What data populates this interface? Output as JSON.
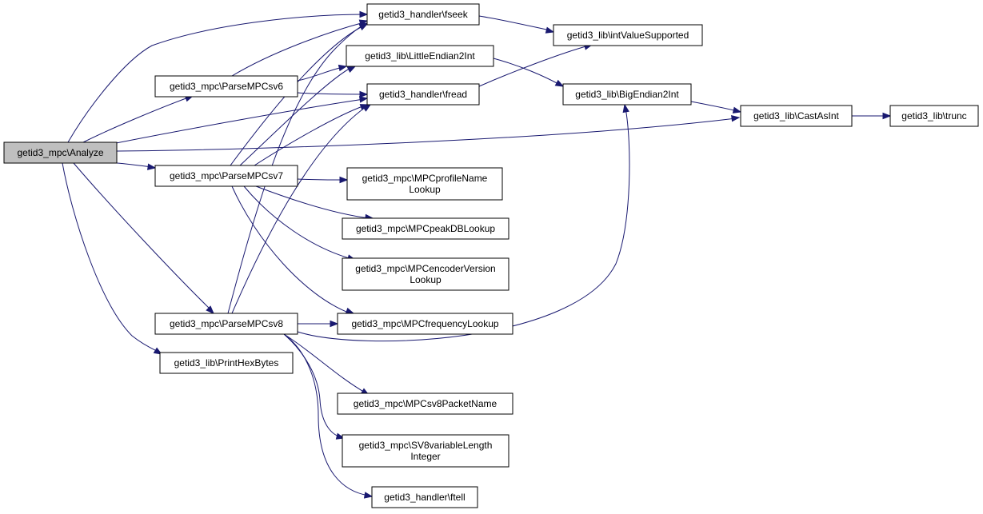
{
  "colors": {
    "edge": "#191970",
    "root_fill": "#bfbfbf",
    "node_fill": "#ffffff",
    "node_border": "#000000"
  },
  "nodes": {
    "analyze": {
      "lines": [
        "getid3_mpc\\Analyze"
      ],
      "root": true
    },
    "fseek": {
      "lines": [
        "getid3_handler\\fseek"
      ]
    },
    "intvaluesupported": {
      "lines": [
        "getid3_lib\\intValueSupported"
      ]
    },
    "littleendian2int": {
      "lines": [
        "getid3_lib\\LittleEndian2Int"
      ]
    },
    "parsempcsv6": {
      "lines": [
        "getid3_mpc\\ParseMPCsv6"
      ]
    },
    "fread": {
      "lines": [
        "getid3_handler\\fread"
      ]
    },
    "bigendian2int": {
      "lines": [
        "getid3_lib\\BigEndian2Int"
      ]
    },
    "castasint": {
      "lines": [
        "getid3_lib\\CastAsInt"
      ]
    },
    "trunc": {
      "lines": [
        "getid3_lib\\trunc"
      ]
    },
    "parsempcsv7": {
      "lines": [
        "getid3_mpc\\ParseMPCsv7"
      ]
    },
    "mpcprofilenamelookup": {
      "lines": [
        "getid3_mpc\\MPCprofileName",
        "Lookup"
      ]
    },
    "mpcpeakdblookup": {
      "lines": [
        "getid3_mpc\\MPCpeakDBLookup"
      ]
    },
    "mpcencoderversionlookup": {
      "lines": [
        "getid3_mpc\\MPCencoderVersion",
        "Lookup"
      ]
    },
    "parsempcsv8": {
      "lines": [
        "getid3_mpc\\ParseMPCsv8"
      ]
    },
    "mpcfrequencylookup": {
      "lines": [
        "getid3_mpc\\MPCfrequencyLookup"
      ]
    },
    "printhexbytes": {
      "lines": [
        "getid3_lib\\PrintHexBytes"
      ]
    },
    "mpcsv8packetname": {
      "lines": [
        "getid3_mpc\\MPCsv8PacketName"
      ]
    },
    "sv8variablelengthinteger": {
      "lines": [
        "getid3_mpc\\SV8variableLength",
        "Integer"
      ]
    },
    "ftell": {
      "lines": [
        "getid3_handler\\ftell"
      ]
    }
  },
  "edges": [
    {
      "from": "analyze",
      "to": "fseek"
    },
    {
      "from": "analyze",
      "to": "parsempcsv6"
    },
    {
      "from": "analyze",
      "to": "fread"
    },
    {
      "from": "analyze",
      "to": "castasint"
    },
    {
      "from": "analyze",
      "to": "parsempcsv7"
    },
    {
      "from": "analyze",
      "to": "parsempcsv8"
    },
    {
      "from": "analyze",
      "to": "printhexbytes"
    },
    {
      "from": "fseek",
      "to": "intvaluesupported"
    },
    {
      "from": "parsempcsv6",
      "to": "fseek"
    },
    {
      "from": "parsempcsv6",
      "to": "littleendian2int"
    },
    {
      "from": "parsempcsv6",
      "to": "fread"
    },
    {
      "from": "littleendian2int",
      "to": "bigendian2int"
    },
    {
      "from": "fread",
      "to": "intvaluesupported"
    },
    {
      "from": "bigendian2int",
      "to": "castasint"
    },
    {
      "from": "castasint",
      "to": "trunc"
    },
    {
      "from": "parsempcsv7",
      "to": "fseek"
    },
    {
      "from": "parsempcsv7",
      "to": "littleendian2int"
    },
    {
      "from": "parsempcsv7",
      "to": "fread"
    },
    {
      "from": "parsempcsv7",
      "to": "mpcprofilenamelookup"
    },
    {
      "from": "parsempcsv7",
      "to": "mpcpeakdblookup"
    },
    {
      "from": "parsempcsv7",
      "to": "mpcencoderversionlookup"
    },
    {
      "from": "parsempcsv7",
      "to": "mpcfrequencylookup"
    },
    {
      "from": "parsempcsv8",
      "to": "fseek"
    },
    {
      "from": "parsempcsv8",
      "to": "fread"
    },
    {
      "from": "parsempcsv8",
      "to": "mpcfrequencylookup"
    },
    {
      "from": "parsempcsv8",
      "to": "bigendian2int"
    },
    {
      "from": "parsempcsv8",
      "to": "mpcsv8packetname"
    },
    {
      "from": "parsempcsv8",
      "to": "sv8variablelengthinteger"
    },
    {
      "from": "parsempcsv8",
      "to": "ftell"
    }
  ]
}
